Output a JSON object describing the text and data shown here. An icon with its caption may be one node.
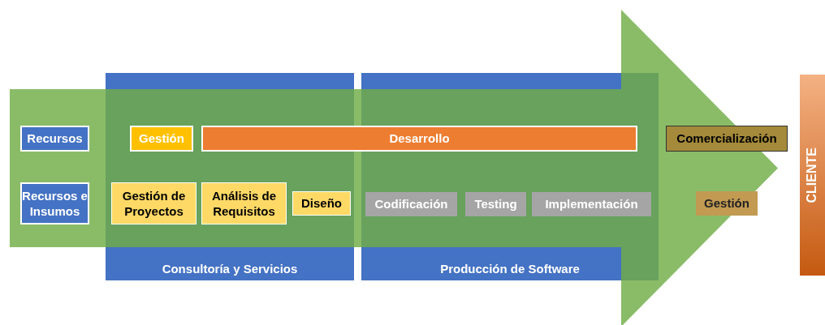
{
  "diagram": {
    "nodes": [
      {
        "text": [
          "Consultoría y Servicios"
        ]
      },
      {
        "text": [
          "Producción de Software"
        ]
      },
      {
        "text": [
          "Recursos"
        ]
      },
      {
        "text": [
          "Gestión"
        ],
        "in": 0
      },
      {
        "text": [
          "Desarrollo"
        ]
      },
      {
        "text": [
          "Comercialización"
        ]
      },
      {
        "text": [
          "Recursos e Insumos"
        ]
      },
      {
        "text": [
          "Gestión de Proyectos"
        ],
        "in": 0
      },
      {
        "text": [
          "Análisis de Requisitos"
        ],
        "in": 0
      },
      {
        "text": [
          "Diseño"
        ],
        "in": 0
      },
      {
        "text": [
          "Codificación"
        ],
        "in": 1
      },
      {
        "text": [
          "Testing"
        ],
        "in": 1
      },
      {
        "text": [
          "Implementación"
        ],
        "in": 1
      },
      {
        "text": [
          "Gestión"
        ]
      },
      {
        "text": [
          "CLIENTE"
        ]
      }
    ],
    "edges": [
      {
        "from": 2,
        "to": 5,
        "arrow": "to"
      }
    ]
  }
}
